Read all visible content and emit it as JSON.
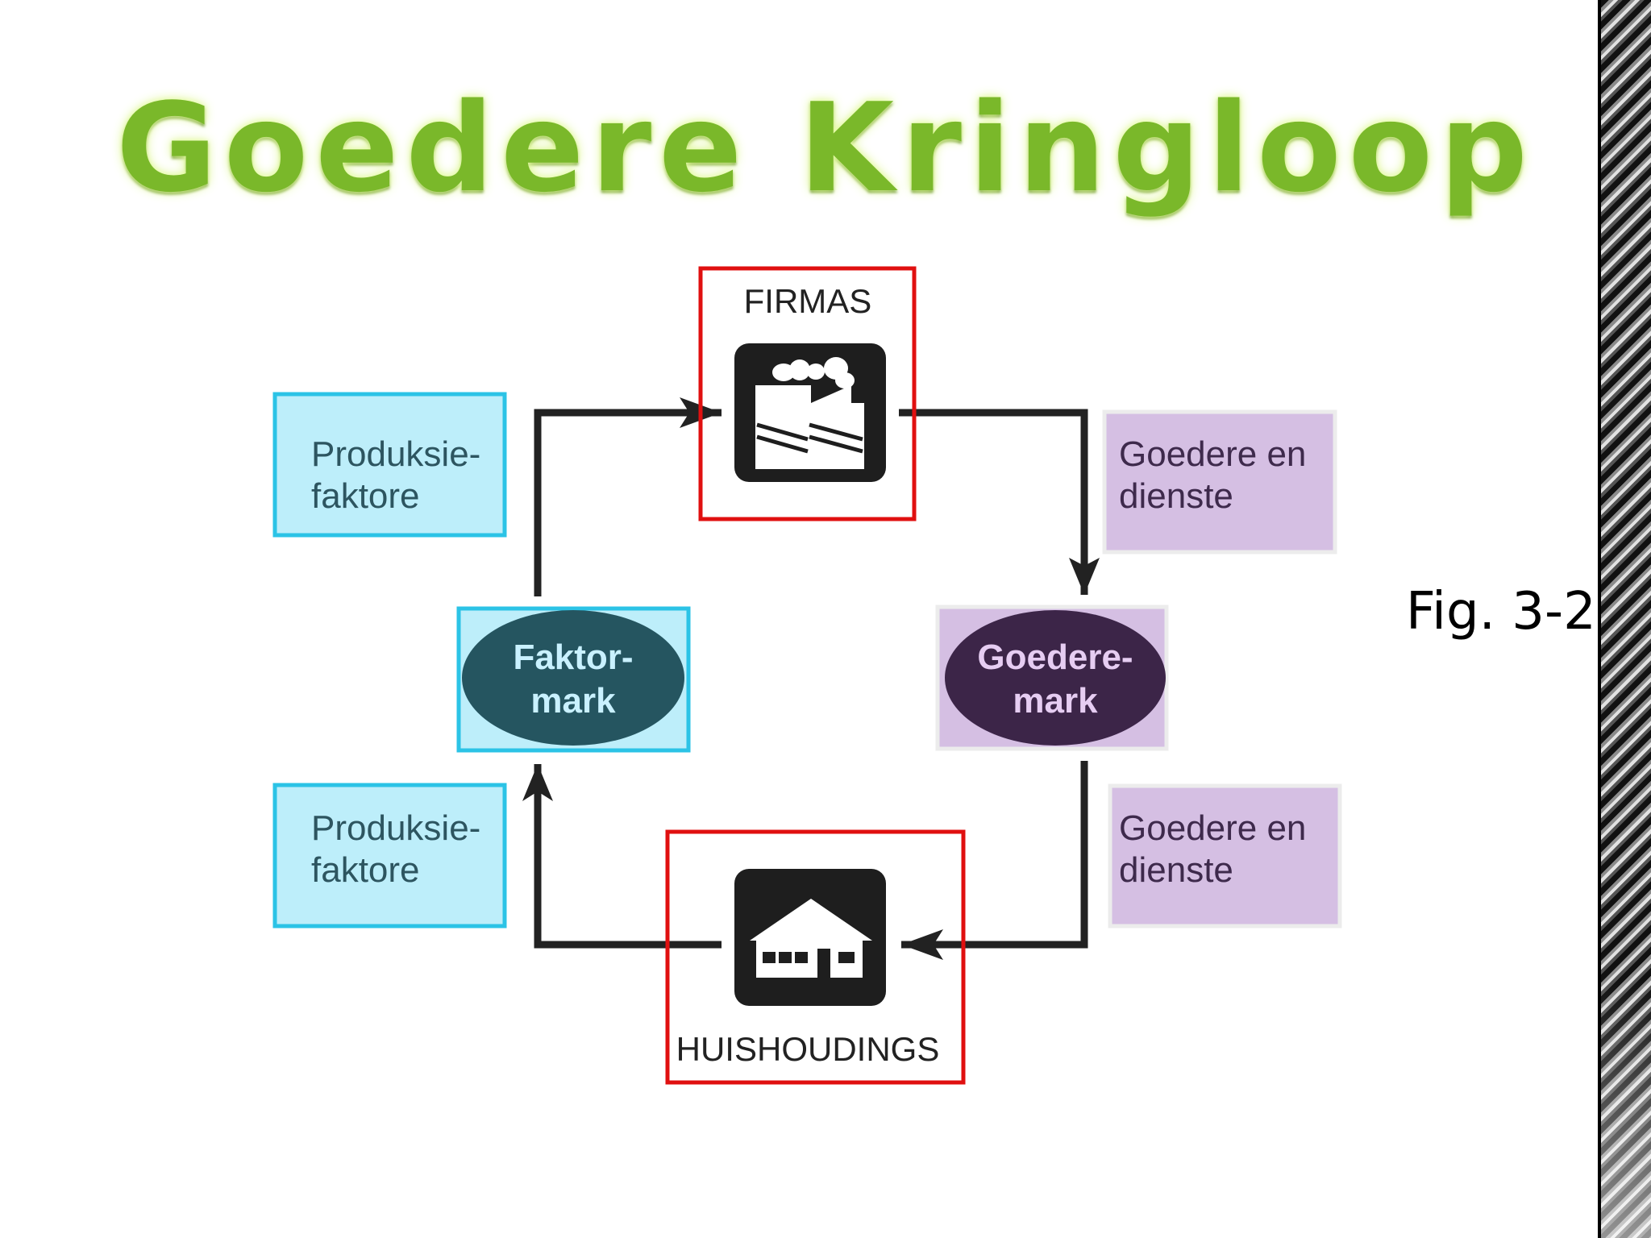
{
  "title": "Goedere Kringloop",
  "figure_caption": "Fig. 3-2",
  "nodes": {
    "firms": "FIRMAS",
    "households": "HUISHOUDINGS"
  },
  "markets": {
    "factor_line1": "Faktor-",
    "factor_line2": "mark",
    "goods_line1": "Goedere-",
    "goods_line2": "mark"
  },
  "flows": {
    "factors_top_line1": "Produksie-",
    "factors_top_line2": "faktore",
    "factors_bottom_line1": "Produksie-",
    "factors_bottom_line2": "faktore",
    "goods_top_line1": "Goedere en",
    "goods_top_line2": "dienste",
    "goods_bottom_line1": "Goedere en",
    "goods_bottom_line2": "dienste"
  },
  "colors": {
    "title": "#7ab82a",
    "factor_fill": "#bdeefa",
    "factor_border": "#2bc3e6",
    "factor_oval": "#255560",
    "factor_oval_text": "#c9f1ff",
    "goods_fill": "#d5bfe3",
    "goods_oval": "#3c2548",
    "goods_oval_text": "#e6cdf2",
    "highlight": "#e01010",
    "arrow": "#222222"
  },
  "icons": [
    "factory-icon",
    "house-icon"
  ]
}
